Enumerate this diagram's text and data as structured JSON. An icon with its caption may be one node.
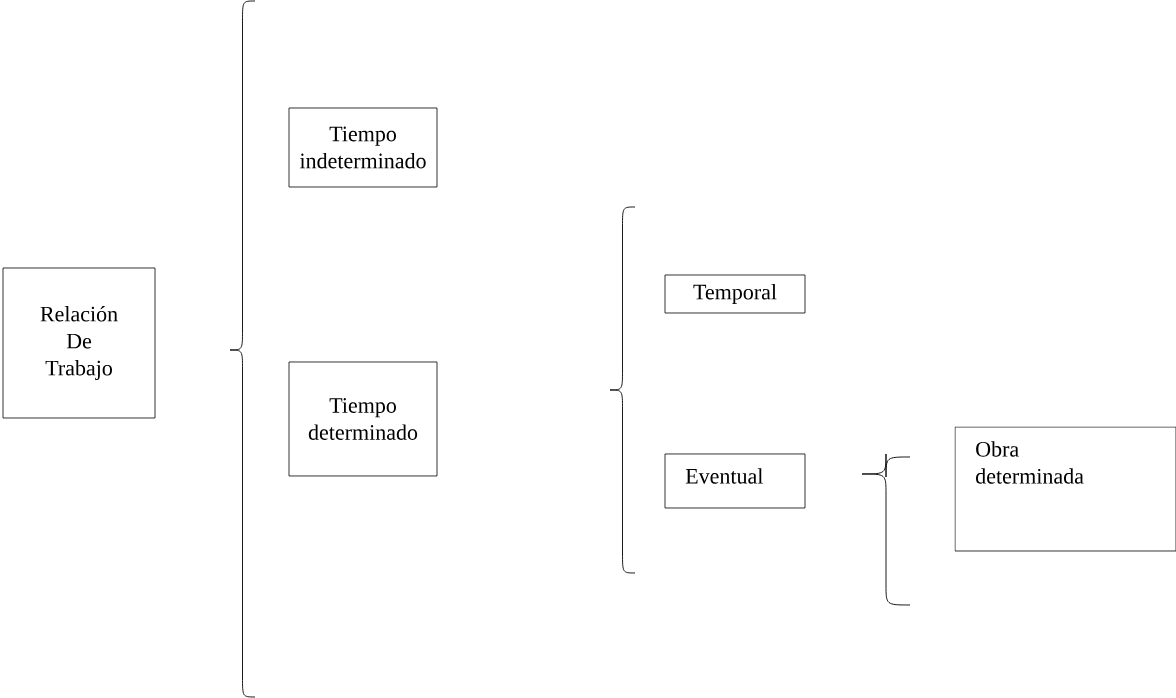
{
  "diagram": {
    "nodes": [
      {
        "text": [
          "Relación De Trabajo"
        ]
      },
      {
        "text": [
          "Tiempo indeterminado"
        ]
      },
      {
        "text": [
          "Tiempo determinado"
        ]
      },
      {
        "text": [
          "Temporal"
        ]
      },
      {
        "text": [
          "Eventual"
        ]
      },
      {
        "text": [
          "Obra determinada"
        ]
      }
    ]
  }
}
